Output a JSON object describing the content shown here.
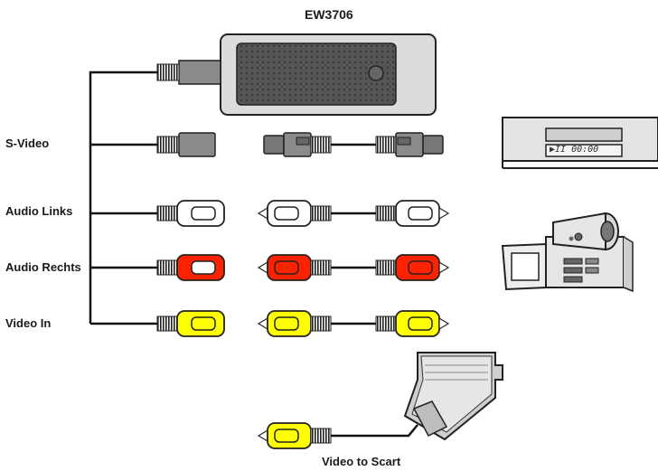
{
  "device": {
    "title": "EW3706"
  },
  "rows": [
    {
      "label": "S-Video"
    },
    {
      "label": "Audio Links"
    },
    {
      "label": "Audio Rechts"
    },
    {
      "label": "Video In"
    }
  ],
  "scart": {
    "caption": "Video to Scart"
  },
  "dvd": {
    "display": "▶II  00:00"
  },
  "colors": {
    "svideo": "#8a8a8a",
    "audio_left": "#ffffff",
    "audio_right": "#ff2200",
    "video": "#ffff00",
    "device_body": "#dcdcdc",
    "device_grille": "#4a4a4a"
  }
}
